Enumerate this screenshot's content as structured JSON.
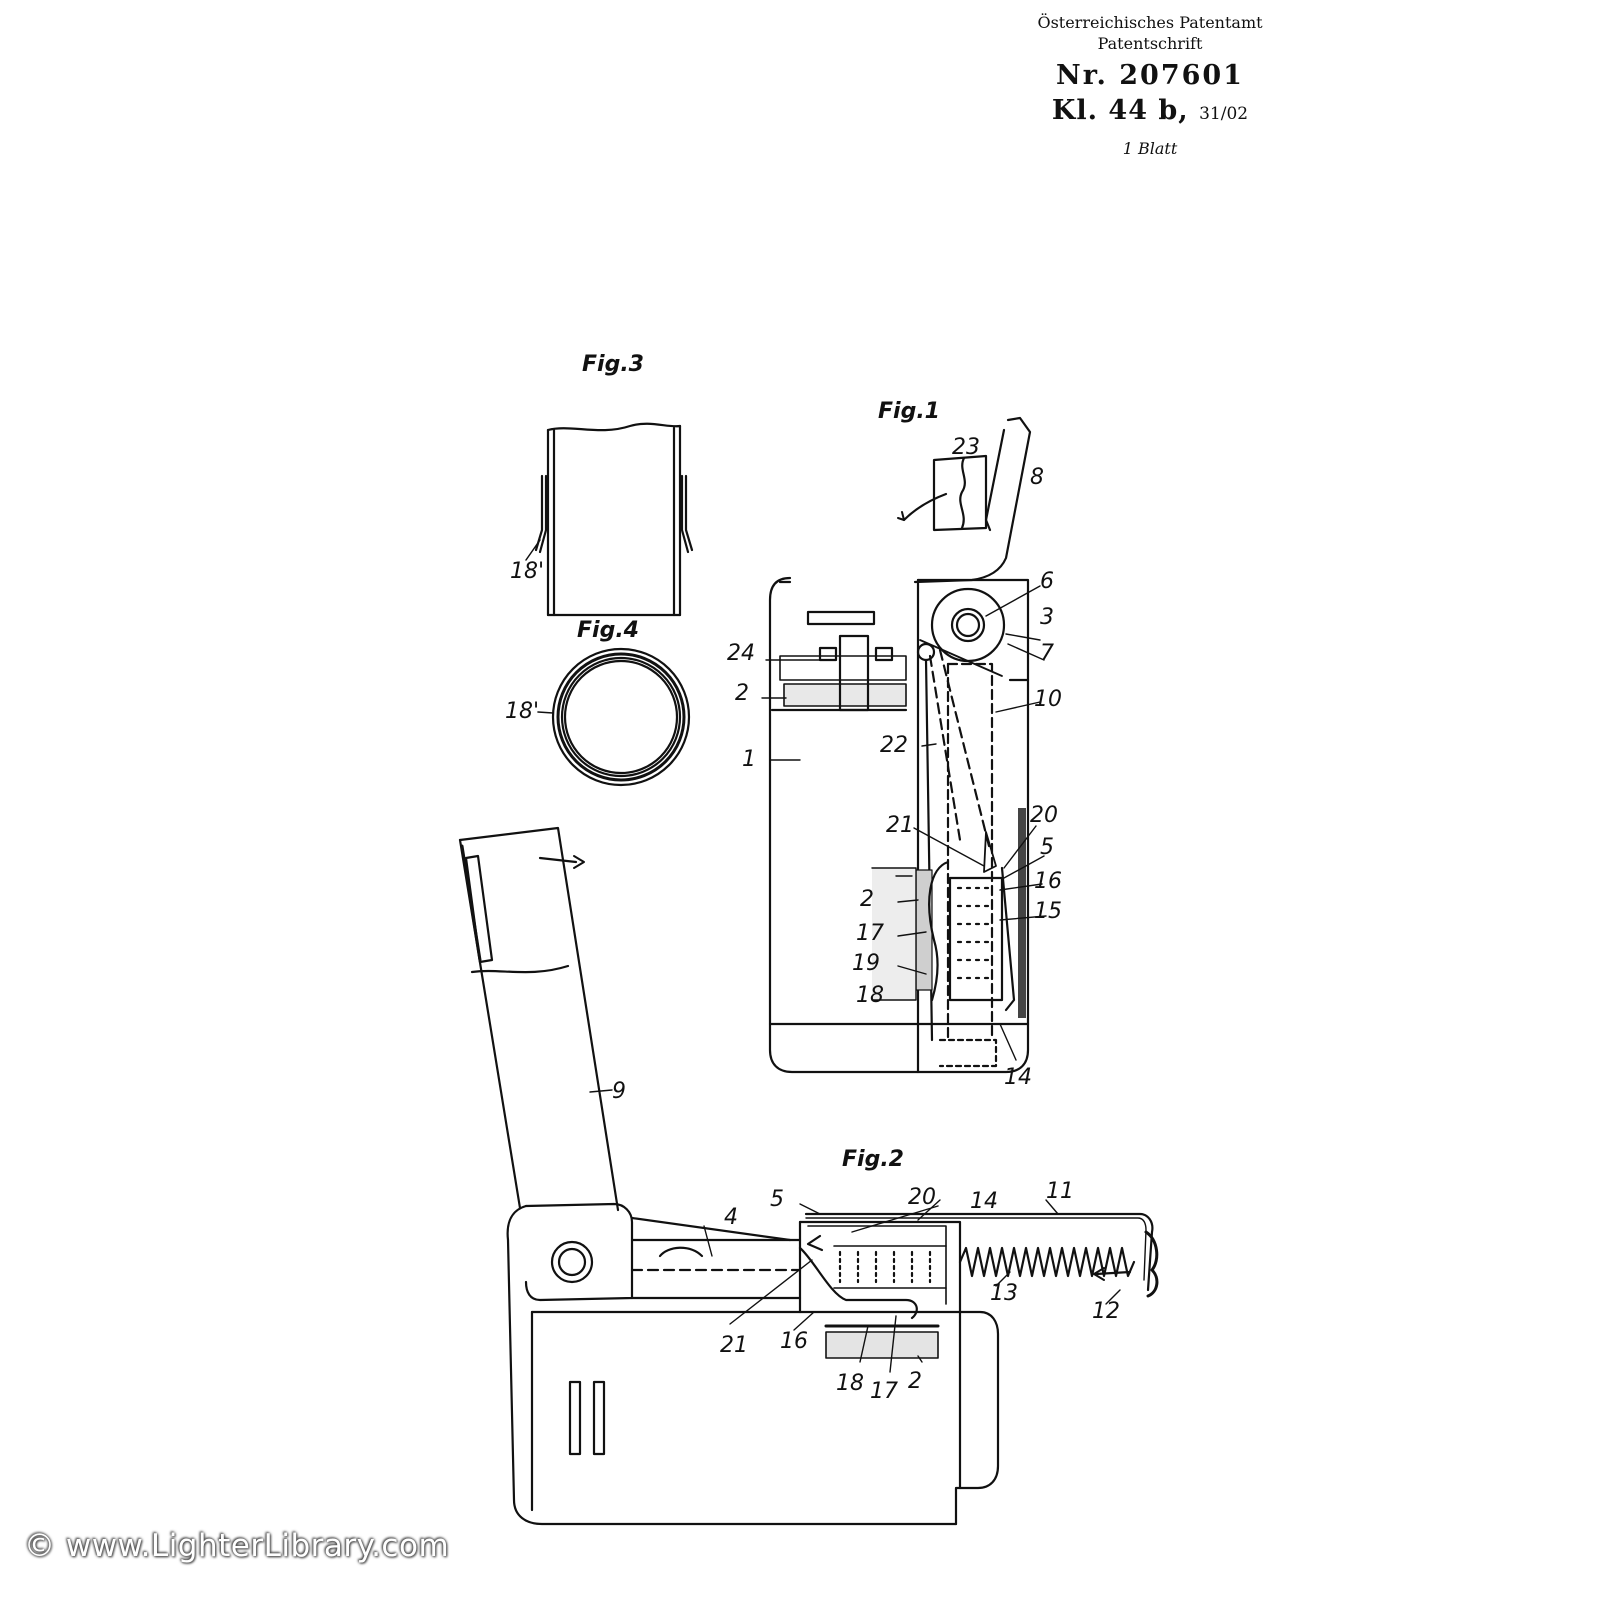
{
  "header": {
    "office": "Österreichisches Patentamt",
    "doc_type": "Patentschrift",
    "number": "Nr. 207601",
    "class_main": "Kl. 44 b,",
    "class_sub": "31/02",
    "sheets": "1 Blatt"
  },
  "figures": {
    "fig1": {
      "title": "Fig.1",
      "labels": [
        "1",
        "2",
        "3",
        "5",
        "6",
        "7",
        "8",
        "10",
        "14",
        "15",
        "16",
        "20",
        "21",
        "22",
        "23",
        "24",
        "2",
        "17",
        "19",
        "18"
      ]
    },
    "fig2": {
      "title": "Fig.2",
      "labels": [
        "4",
        "5",
        "9",
        "11",
        "12",
        "13",
        "14",
        "20",
        "21",
        "16",
        "18",
        "17",
        "2"
      ]
    },
    "fig3": {
      "title": "Fig.3",
      "labels": [
        "18'"
      ]
    },
    "fig4": {
      "title": "Fig.4",
      "labels": [
        "18'"
      ]
    }
  },
  "watermark": "© www.LighterLibrary.com"
}
